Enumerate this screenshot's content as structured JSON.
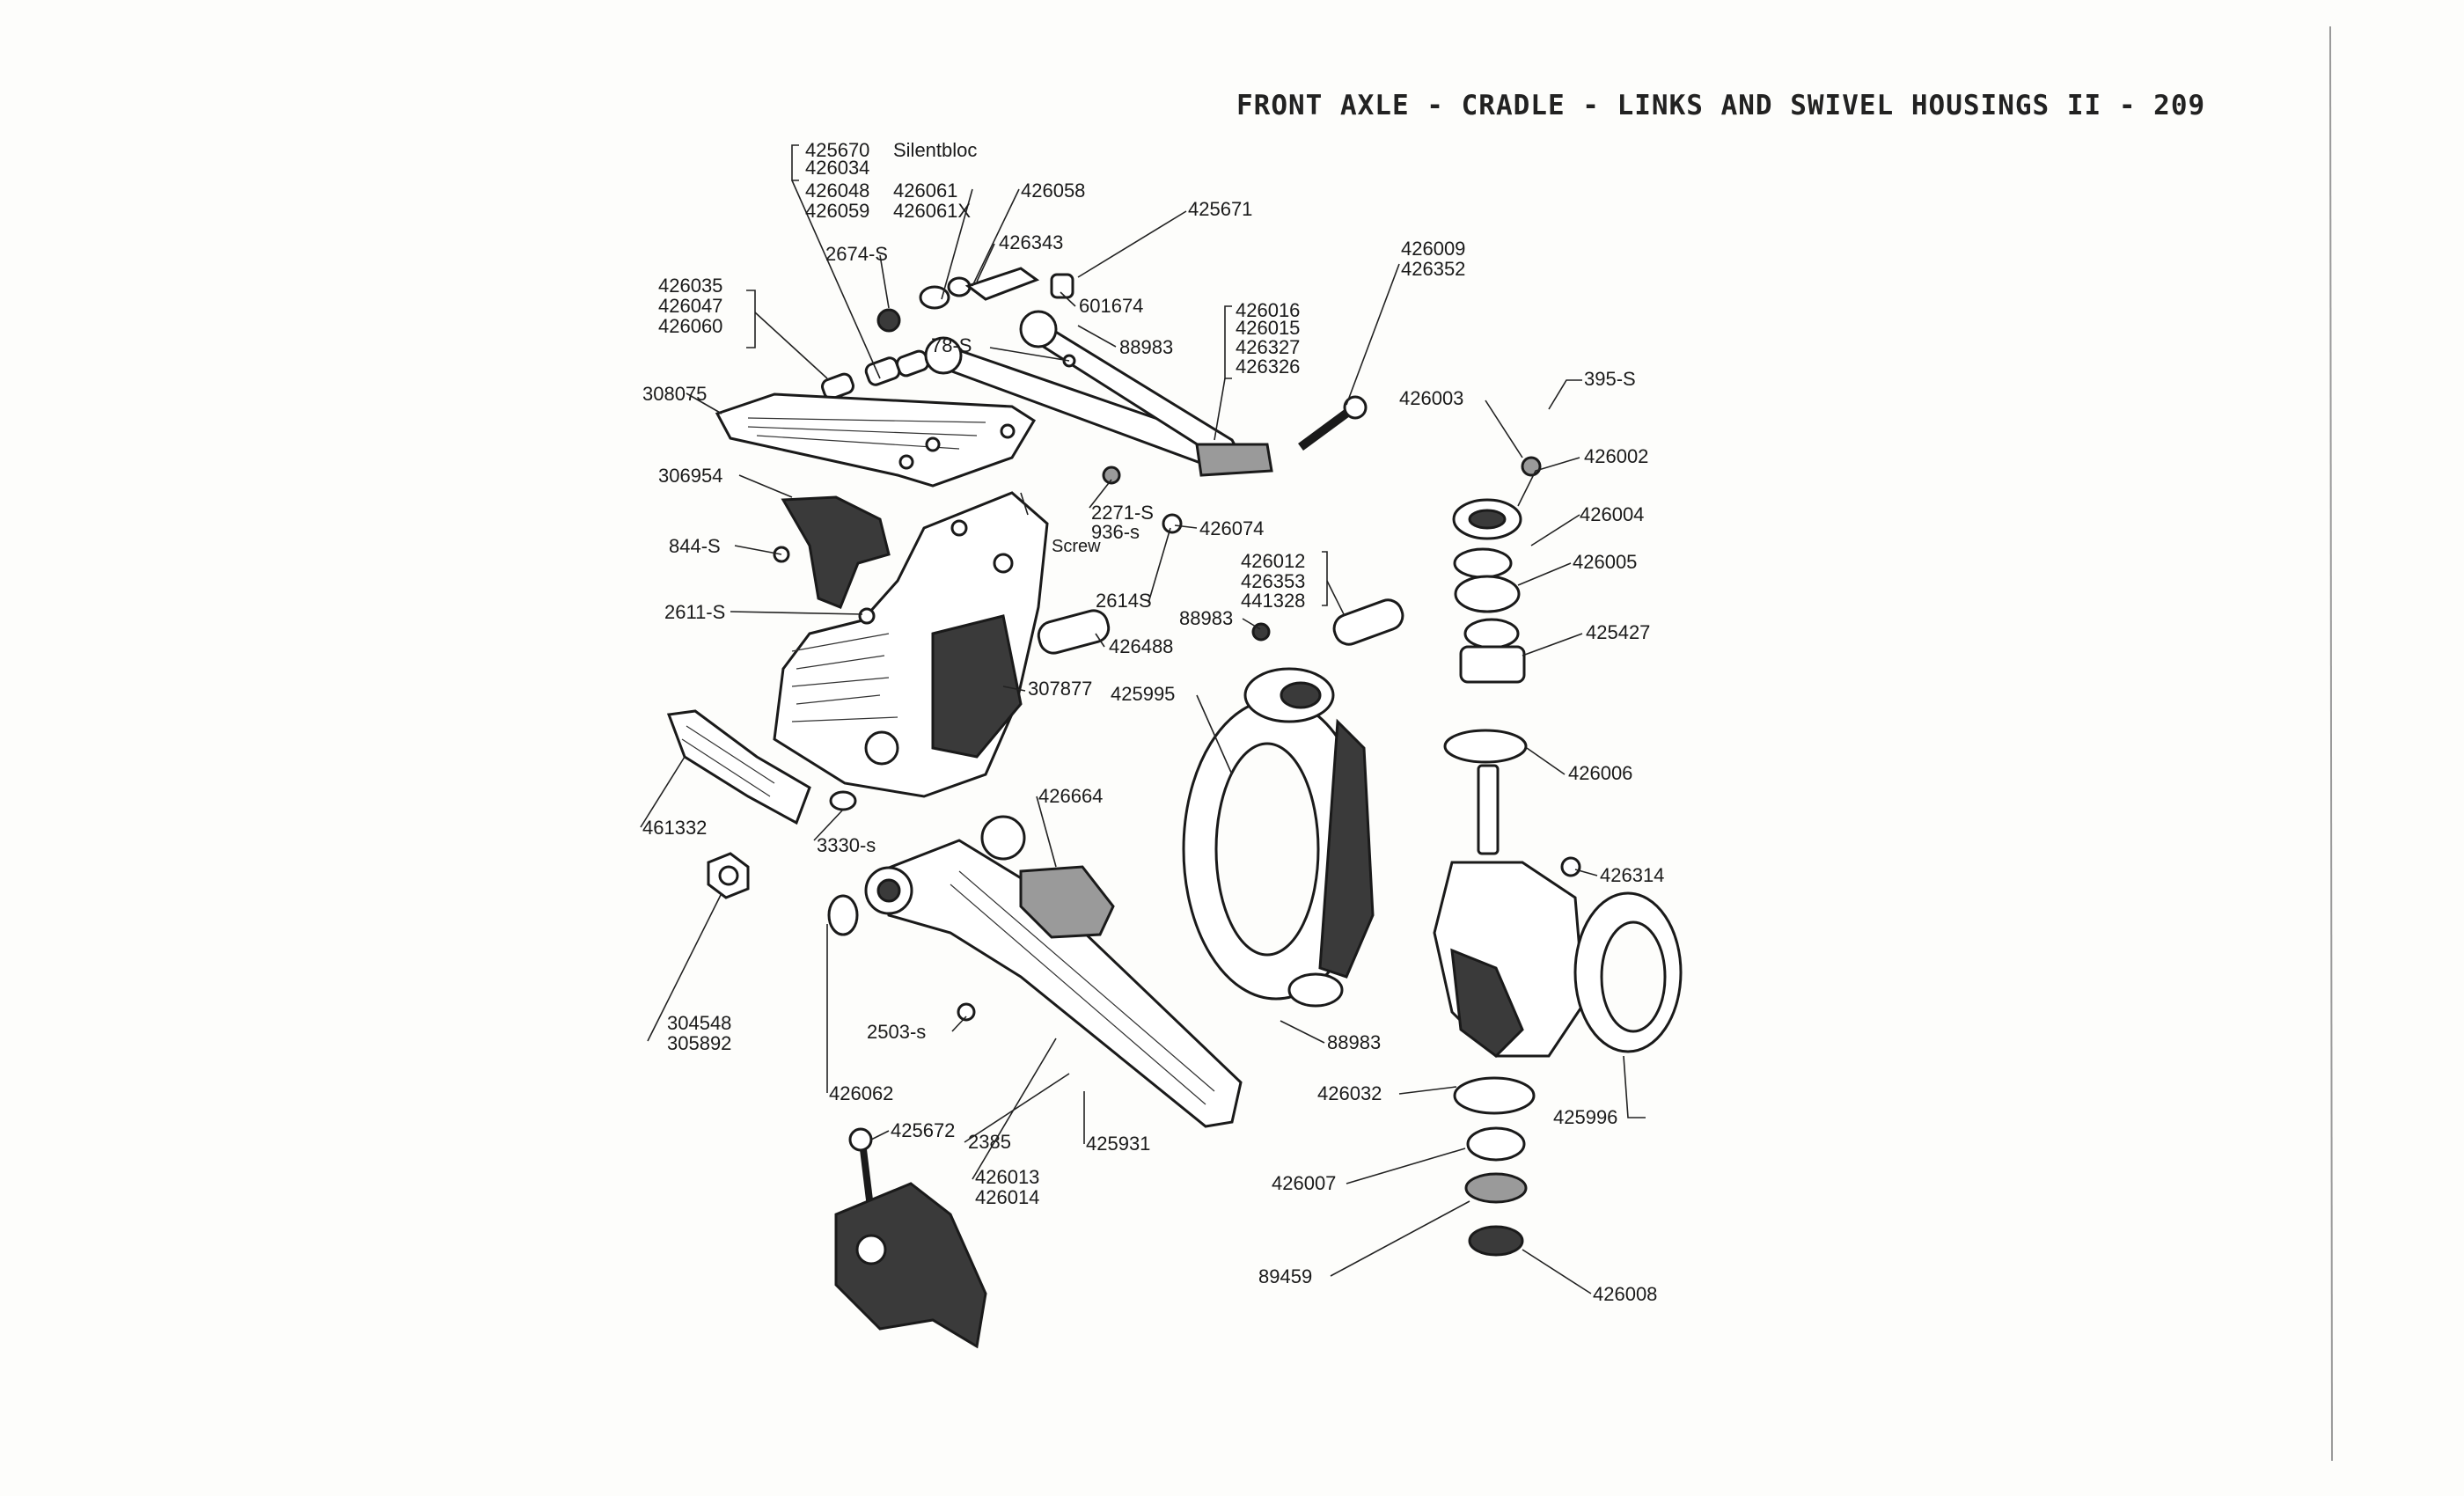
{
  "header": {
    "title": "FRONT AXLE - CRADLE - LINKS AND SWIVEL HOUSINGS II - 209"
  },
  "labels": {
    "p425670": "425670",
    "silentbloc": "Silentbloc",
    "p426034": "426034",
    "p426048": "426048",
    "p426061": "426061",
    "p426058": "426058",
    "p426059": "426059",
    "p426061x": "426061X",
    "p425671": "425671",
    "p2674s": "2674-S",
    "p426343": "426343",
    "p426009": "426009",
    "p426352": "426352",
    "p426035": "426035",
    "p426047": "426047",
    "p426060": "426060",
    "p601674": "601674",
    "p426016": "426016",
    "p426015": "426015",
    "p426327": "426327",
    "p426326": "426326",
    "p88983a": "88983",
    "p78s": "78-S",
    "p308075": "308075",
    "p426003": "426003",
    "p395s": "395-S",
    "p426002": "426002",
    "p306954": "306954",
    "p2271s": "2271-S",
    "p936s": "936-s",
    "screw": "Screw",
    "p426074": "426074",
    "p426004": "426004",
    "p844s": "844-S",
    "p426012": "426012",
    "p426353": "426353",
    "p441328": "441328",
    "p426005": "426005",
    "p2611s": "2611-S",
    "p2614s": "2614S",
    "p88983b": "88983",
    "p426488": "426488",
    "p425427": "425427",
    "p425995": "425995",
    "p307877": "307877",
    "p426006": "426006",
    "p426664": "426664",
    "p461332": "461332",
    "p3330s": "3330-s",
    "p426314": "426314",
    "p304548": "304548",
    "p305892": "305892",
    "p2503s": "2503-s",
    "p88983c": "88983",
    "p426062": "426062",
    "p426032": "426032",
    "p425996": "425996",
    "p425672": "425672",
    "p2385": "2385",
    "p425931": "425931",
    "p426013": "426013",
    "p426014": "426014",
    "p426007": "426007",
    "p89459": "89459",
    "p426008": "426008"
  }
}
